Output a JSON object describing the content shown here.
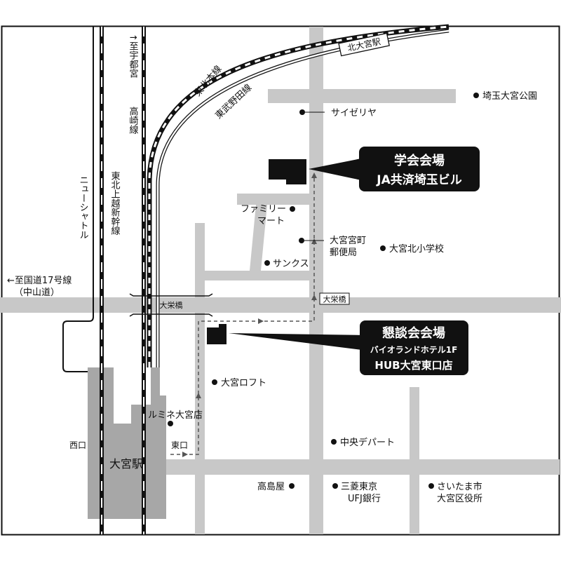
{
  "rail_labels": {
    "utsunomiya": "↑至宇都宮",
    "takasaki": "高崎線",
    "joetsu_shinkansen": "東北上越新幹線",
    "new_shuttle": "ニューシャトル",
    "tohoku_main": "東北本線",
    "tobu_noda": "東武野田線",
    "kita_omiya_station": "北大宮駅"
  },
  "road_labels": {
    "route17_line1": "←至国道17号線",
    "route17_line2": "（中山道）",
    "daiei_bashi_1": "大栄橋",
    "daiei_bashi_2": "大栄橋"
  },
  "station": {
    "name": "大宮駅",
    "west_exit": "西口",
    "east_exit": "東口"
  },
  "landmarks": {
    "saizeriya": "サイゼリヤ",
    "saitama_omiya_park": "埼玉大宮公園",
    "familymart_1": "ファミリー",
    "familymart_2": "マート",
    "post_office_1": "大宮宮町",
    "post_office_2": "郵便局",
    "kita_elementary": "大宮北小学校",
    "sunkus": "サンクス",
    "omiya_loft": "大宮ロフト",
    "lumine": "ルミネ大宮店",
    "chuo_department": "中央デパート",
    "takashimaya": "高島屋",
    "mufg_1": "三菱東京",
    "mufg_2": "UFJ銀行",
    "ward_office_1": "さいたま市",
    "ward_office_2": "大宮区役所"
  },
  "callouts": {
    "conference_title": "学会会場",
    "conference_sub": "JA共済埼玉ビル",
    "reception_title": "懇談会会場",
    "reception_sub": "バイオランドホテル1F",
    "reception_sub2": "HUB大宮東口店"
  }
}
